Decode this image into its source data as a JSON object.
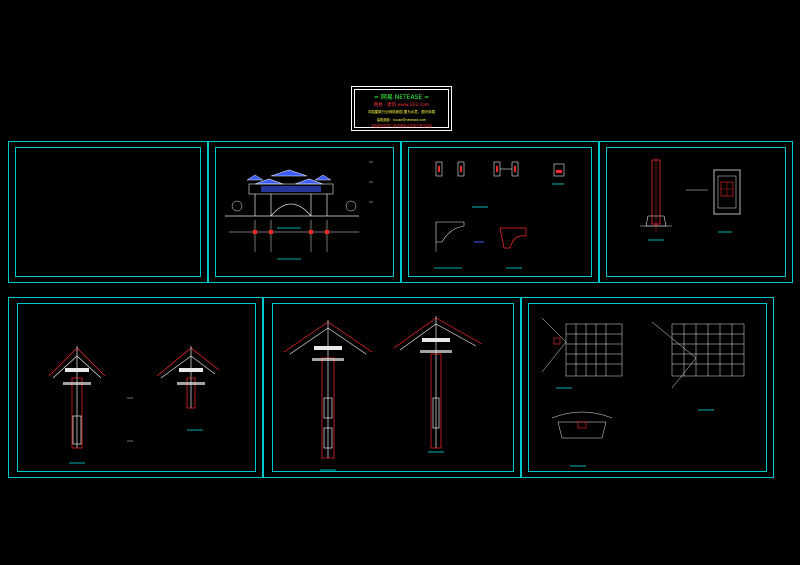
{
  "title_block": {
    "line1": "= 网易  NETEASE =",
    "line2": "网易 · 建筑   www.163.com",
    "line3": "中国建筑行业网络家园   图为示意，图可转载",
    "line4": "建筑频道：house@netease.com",
    "line5": "本图纸仅供学习参考使用请勿用于商业用途"
  },
  "colors": {
    "frame": "#00c8c8",
    "line_red": "#ff2a2a",
    "line_white": "#e8e8e8",
    "line_green": "#33ff33",
    "line_blue": "#3c5cff",
    "label_cyan": "#00e0e0"
  }
}
